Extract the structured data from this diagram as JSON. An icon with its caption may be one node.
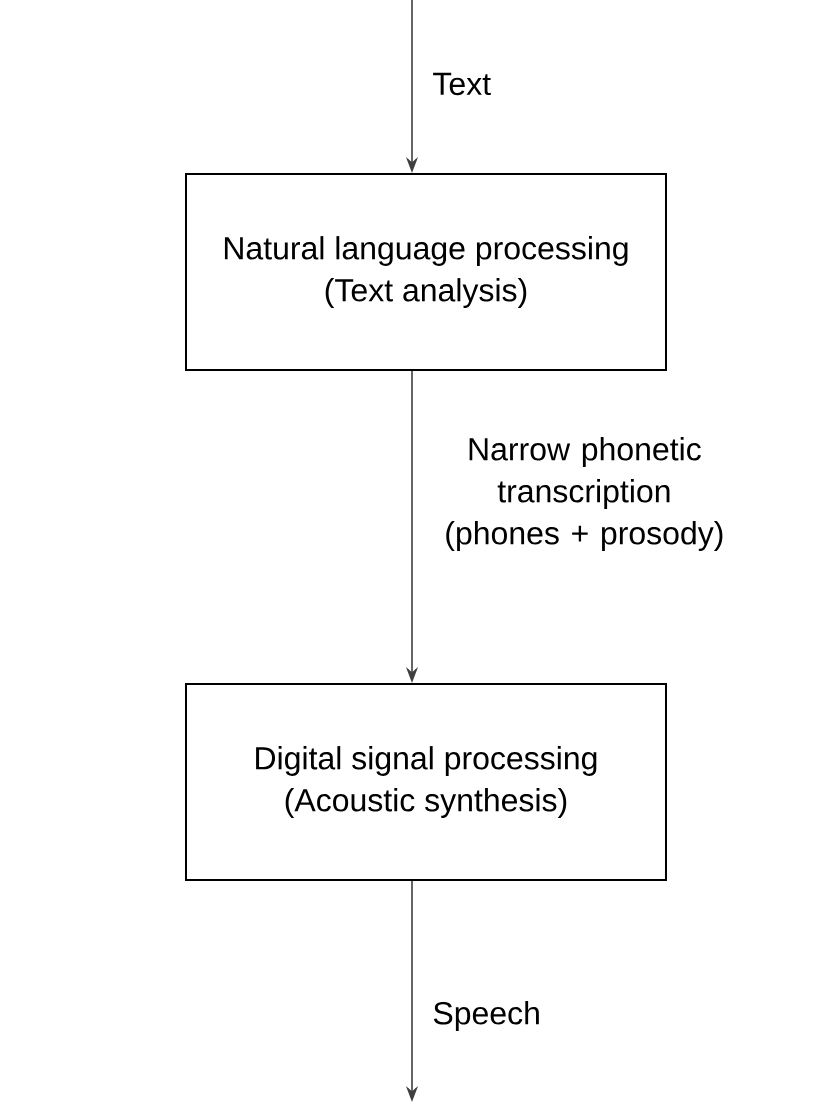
{
  "diagram": {
    "nodes": [
      {
        "text": [
          "Natural language processing",
          "(Text analysis)"
        ]
      },
      {
        "text": [
          "Digital signal processing",
          "(Acoustic synthesis)"
        ]
      }
    ],
    "edges": [
      {
        "from": null,
        "to": 0,
        "arrow": "to",
        "label": "Text"
      },
      {
        "from": 0,
        "to": 1,
        "arrow": "to",
        "label": "Narrow phonetic transcription (phones + prosody)"
      },
      {
        "from": 1,
        "to": null,
        "arrow": "to",
        "label": "Speech"
      }
    ]
  }
}
